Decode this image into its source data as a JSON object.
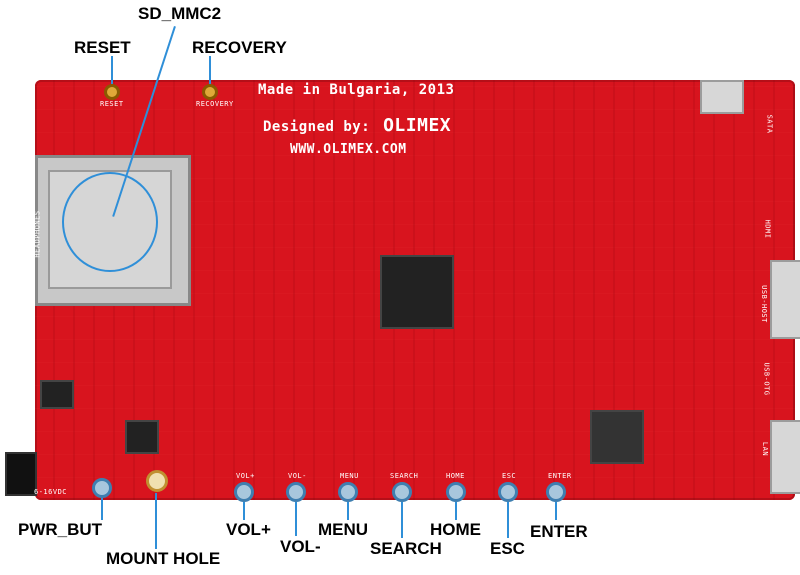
{
  "board": {
    "silkscreen_line1": "Made in Bulgaria, 2013",
    "silkscreen_line2": "Designed by:",
    "logo_text": "OLIMEX",
    "silkscreen_line3": "WWW.OLIMEX.COM",
    "small_labels": {
      "reset": "RESET",
      "recovery": "RECOVERY",
      "vol_plus": "VOL+",
      "vol_minus": "VOL-",
      "menu": "MENU",
      "search": "SEARCH",
      "home": "HOME",
      "esc": "ESC",
      "enter": "ENTER",
      "power": "6-16VDC",
      "sata": "SATA",
      "lan": "LAN",
      "usb_host": "USB-HOST",
      "usb_otg": "USB-OTG",
      "hdmi": "HDMI",
      "headphones": "HEADPHONES"
    }
  },
  "callouts": {
    "sd_mmc2": "SD_MMC2",
    "reset": "RESET",
    "recovery": "RECOVERY",
    "pwr_but": "PWR_BUT",
    "mount_hole": "MOUNT HOLE",
    "vol_plus": "VOL+",
    "vol_minus": "VOL-",
    "menu": "MENU",
    "search": "SEARCH",
    "home": "HOME",
    "esc": "ESC",
    "enter": "ENTER"
  },
  "colors": {
    "pcb": "#d8141e",
    "callout_line": "#2f8fd8",
    "label_text": "#000000"
  }
}
